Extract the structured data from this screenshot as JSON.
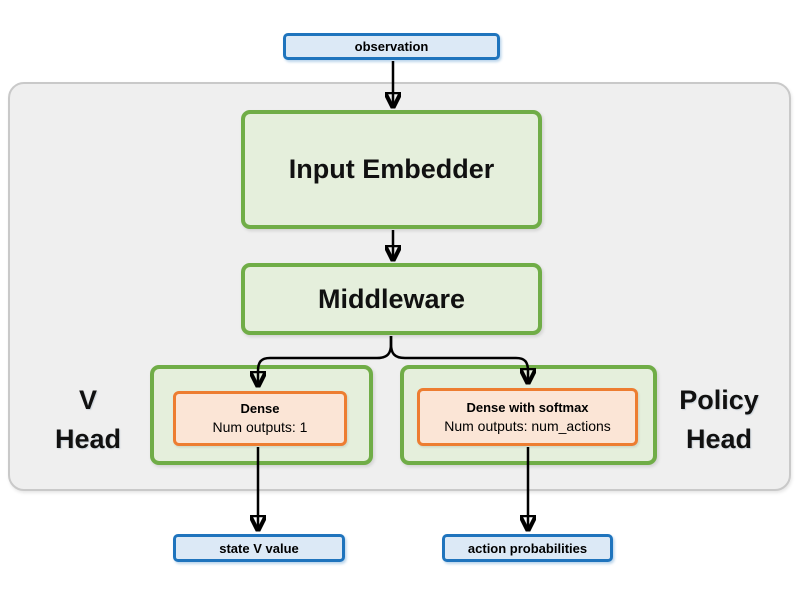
{
  "diagram_type": "flowchart",
  "nodes": {
    "observation": {
      "label": "observation"
    },
    "input_embedder": {
      "label": "Input Embedder"
    },
    "middleware": {
      "label": "Middleware"
    },
    "v_head": {
      "line1": "V",
      "line2": "Head"
    },
    "policy_head": {
      "line1": "Policy",
      "line2": "Head"
    },
    "v_dense": {
      "title": "Dense",
      "subtitle": "Num outputs: 1"
    },
    "policy_dense": {
      "title": "Dense with softmax",
      "subtitle": "Num outputs: num_actions"
    },
    "state_v_value": {
      "label": "state V value"
    },
    "action_probabilities": {
      "label": "action probabilities"
    }
  },
  "edges": [
    {
      "from": "observation",
      "to": "input_embedder"
    },
    {
      "from": "input_embedder",
      "to": "middleware"
    },
    {
      "from": "middleware",
      "to": "v_dense"
    },
    {
      "from": "middleware",
      "to": "policy_dense"
    },
    {
      "from": "v_dense",
      "to": "state_v_value"
    },
    {
      "from": "policy_dense",
      "to": "action_probabilities"
    }
  ],
  "colors": {
    "blue_border": "#1f74bd",
    "blue_fill": "#dce9f6",
    "green_border": "#70ad47",
    "green_fill": "#e5efdc",
    "orange_border": "#ed7d31",
    "orange_fill": "#fbe5d6",
    "container_fill": "#efefef",
    "container_border": "#c9c9c9",
    "arrow": "#000000"
  }
}
